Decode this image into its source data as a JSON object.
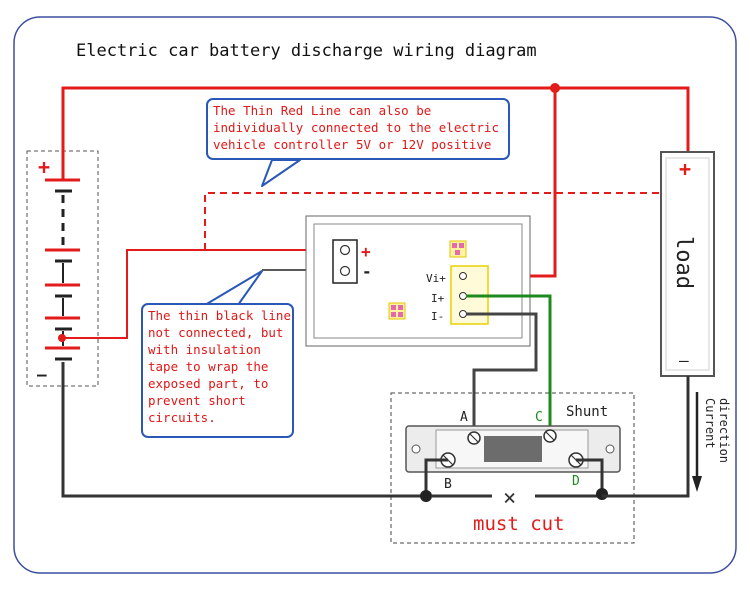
{
  "title": "Electric car battery discharge wiring diagram",
  "callout_red": {
    "lines": [
      "The Thin Red Line can also be",
      "individually connected to the electric",
      "vehicle controller 5V or 12V positive"
    ]
  },
  "callout_black": {
    "lines": [
      "The thin black line",
      "not connected, but",
      "with insulation",
      "tape to wrap the",
      "exposed part, to",
      "prevent short",
      "circuits."
    ]
  },
  "battery": {
    "plus": "+",
    "minus": "—"
  },
  "load": {
    "label": "load",
    "plus": "+",
    "minus": "—"
  },
  "meter": {
    "power_plus": "+",
    "power_minus": "-",
    "terminal_vi_plus": "Vi+",
    "terminal_i_plus": "I+",
    "terminal_i_minus": "I-"
  },
  "shunt": {
    "title": "Shunt",
    "label_a": "A",
    "label_b": "B",
    "label_c": "C",
    "label_d": "D",
    "cut_mark": "×",
    "must_cut": "must cut"
  },
  "current_direction": {
    "lines": [
      "Current",
      "direction"
    ]
  },
  "colors": {
    "red": "#e31b1b",
    "green": "#1e8a1e",
    "black": "#2b2b2b",
    "callout_border": "#2a58b8",
    "frame": "#3b4fa0"
  }
}
